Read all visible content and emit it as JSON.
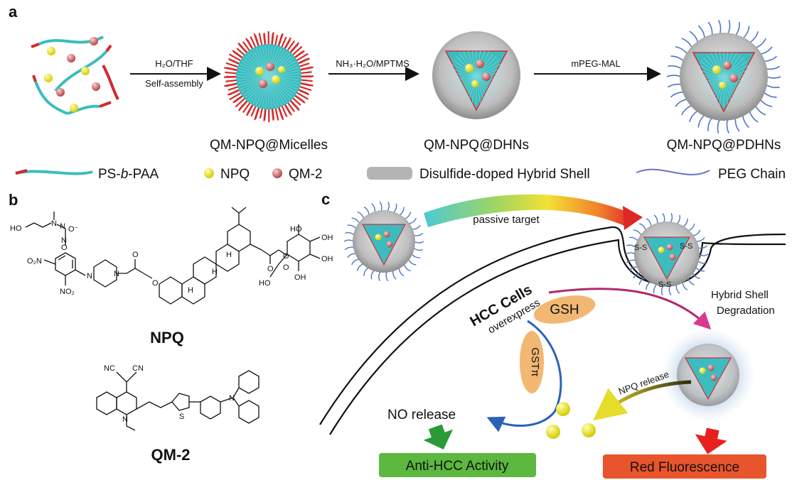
{
  "panels": {
    "a": "a",
    "b": "b",
    "c": "c"
  },
  "steps": {
    "s1_top": "H₂O/THF",
    "s1_bottom": "Self-assembly",
    "s2_top": "NH₃·H₂O/MPTMS",
    "s3_top": "mPEG-MAL"
  },
  "structures": {
    "micelles": "QM-NPQ@Micelles",
    "dhns": "QM-NPQ@DHNs",
    "pdhns": "QM-NPQ@PDHNs"
  },
  "legend": {
    "ps_paa_pre": "PS-",
    "ps_paa_b": "b",
    "ps_paa_post": "-PAA",
    "npq": "NPQ",
    "qm2": "QM-2",
    "shell": "Disulfide-doped Hybrid Shell",
    "peg": "PEG Chain"
  },
  "molecules": {
    "npq": "NPQ",
    "qm2": "QM-2",
    "atoms": {
      "ho": "HO",
      "n1": "N",
      "n2": "N",
      "n3": "N",
      "o1": "O⁻",
      "o2": "O",
      "o2n1": "O₂N",
      "no2": "NO₂",
      "n4": "N",
      "n5": "N",
      "o3": "O",
      "o4": "O",
      "o5": "O",
      "o6": "O",
      "o7": "O",
      "h1": "H",
      "h2": "H",
      "h3": "H",
      "oh1": "HO",
      "oh2": "OH",
      "oh3": "OH",
      "oh4": "OH",
      "oh5": "HO",
      "nc": "NC",
      "cn": "CN",
      "s": "S",
      "nq": "N",
      "ntp": "N"
    }
  },
  "panel_c": {
    "passive_target": "passive target",
    "hcc_cells": "HCC Cells",
    "overexpress": "overexpress",
    "gsh": "GSH",
    "gst": "GSTπ",
    "hybrid_1": "Hybrid Shell",
    "hybrid_2": "Degradation",
    "npq_release": "NPQ release",
    "no_release": "NO release",
    "anti_hcc": "Anti-HCC Activity",
    "red_fluor": "Red Fluorescence",
    "ss": "S-S"
  },
  "colors": {
    "teal": "#3cbcbf",
    "red": "#d42a2a",
    "yellow": "#e6e61a",
    "shell": "#aaaaaa",
    "peg": "#4a78c8",
    "green_box": "#5cb83e",
    "orange_box": "#e8542c",
    "gsh": "#f2b873"
  }
}
